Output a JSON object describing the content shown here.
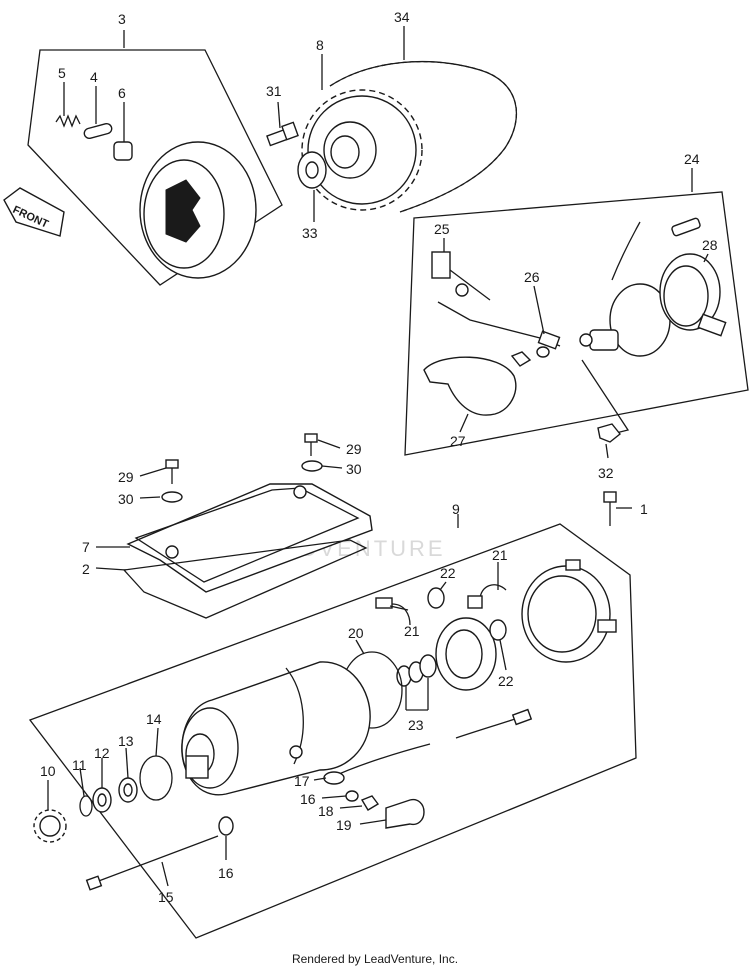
{
  "front_label": "FRONT",
  "watermark": "LEADVENTURE",
  "footer": "Rendered by LeadVenture, Inc.",
  "callouts": {
    "c1": "1",
    "c2": "2",
    "c3": "3",
    "c4": "4",
    "c5": "5",
    "c6": "6",
    "c7": "7",
    "c8": "8",
    "c9": "9",
    "c10": "10",
    "c11": "11",
    "c12": "12",
    "c13": "13",
    "c14": "14",
    "c15": "15",
    "c16a": "16",
    "c16b": "16",
    "c17": "17",
    "c18": "18",
    "c19": "19",
    "c20": "20",
    "c21a": "21",
    "c21b": "21",
    "c22a": "22",
    "c22b": "22",
    "c23": "23",
    "c24": "24",
    "c25": "25",
    "c26": "26",
    "c27": "27",
    "c28": "28",
    "c29a": "29",
    "c29b": "29",
    "c30a": "30",
    "c30b": "30",
    "c31": "31",
    "c32": "32",
    "c33": "33",
    "c34": "34"
  }
}
